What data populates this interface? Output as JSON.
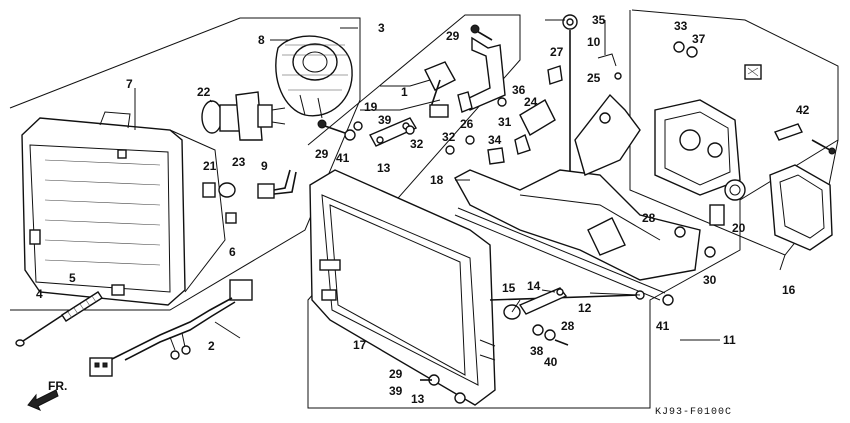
{
  "diagram": {
    "code": "KJ93-F0100C",
    "front_label": "FR.",
    "labels": {
      "l1": "1",
      "l2": "2",
      "l3": "3",
      "l4": "4",
      "l5": "5",
      "l6": "6",
      "l7": "7",
      "l8": "8",
      "l9": "9",
      "l10": "10",
      "l11": "11",
      "l12": "12",
      "l13a": "13",
      "l13b": "13",
      "l14": "14",
      "l15": "15",
      "l16": "16",
      "l17": "17",
      "l18": "18",
      "l19": "19",
      "l20": "20",
      "l21": "21",
      "l22": "22",
      "l23": "23",
      "l24": "24",
      "l25": "25",
      "l26": "26",
      "l27": "27",
      "l28a": "28",
      "l28b": "28",
      "l29a": "29",
      "l29b": "29",
      "l29c": "29",
      "l30": "30",
      "l31": "31",
      "l32a": "32",
      "l32b": "32",
      "l33": "33",
      "l34": "34",
      "l35": "35",
      "l36": "36",
      "l37": "37",
      "l38": "38",
      "l39a": "39",
      "l39b": "39",
      "l40": "40",
      "l41a": "41",
      "l41b": "41",
      "l42": "42"
    }
  }
}
